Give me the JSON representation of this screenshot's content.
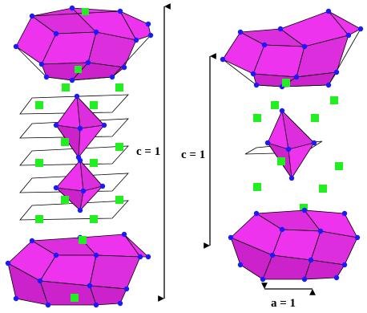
{
  "labels": {
    "c_left": "c = 1",
    "c_right": "c = 1",
    "a_bottom": "a = 1"
  },
  "colors": {
    "octahedron_face": "#ee33ee",
    "octahedron_face_dark": "#cc22cc",
    "vertex": "#1a1aff",
    "cation": "#22ee22",
    "line": "#000000"
  },
  "panels": [
    {
      "name": "left-structure",
      "description_id": "stacked-octahedra-layers"
    },
    {
      "name": "right-structure",
      "description_id": "stacked-octahedra-layers"
    }
  ]
}
